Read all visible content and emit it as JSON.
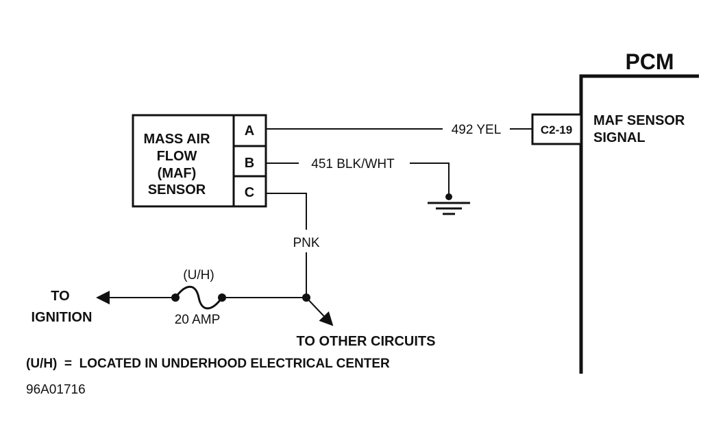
{
  "pcm": {
    "title": "PCM",
    "signal_line1": "MAF SENSOR",
    "signal_line2": "SIGNAL",
    "connector": "C2-19"
  },
  "sensor": {
    "line1": "MASS AIR",
    "line2": "FLOW",
    "line3": "(MAF)",
    "line4": "SENSOR",
    "pins": [
      "A",
      "B",
      "C"
    ]
  },
  "wires": {
    "a": "492 YEL",
    "b": "451 BLK/WHT",
    "c": "PNK"
  },
  "fuse": {
    "location": "(U/H)",
    "rating": "20 AMP"
  },
  "destinations": {
    "to_line1": "TO",
    "to_line2": "IGNITION",
    "other": "TO OTHER CIRCUITS"
  },
  "note": "(U/H)  =  LOCATED IN UNDERHOOD ELECTRICAL CENTER",
  "figure_id": "96A01716"
}
